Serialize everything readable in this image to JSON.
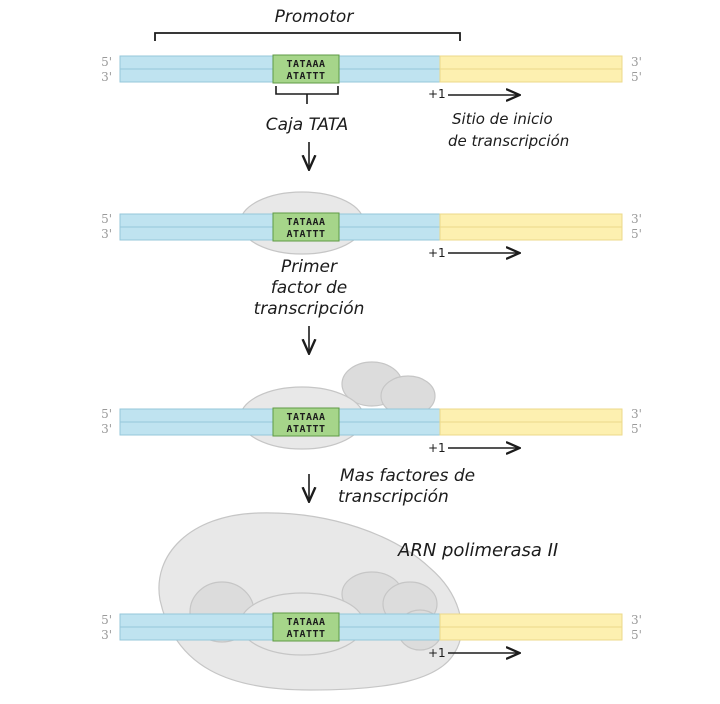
{
  "labels": {
    "promoter": "Promotor",
    "tata_box": "Caja TATA",
    "start_site_line1": "Sitio de inicio",
    "start_site_line2": "de transcripción",
    "first_factor_line1": "Primer",
    "first_factor_line2": "factor de",
    "first_factor_line3": "transcripción",
    "more_factors_line1": "Mas factores de",
    "more_factors_line2": "transcripción",
    "rna_pol": "ARN polimerasa II"
  },
  "strand_ends": {
    "left_top": "5'",
    "left_bottom": "3'",
    "right_top": "3'",
    "right_bottom": "5'"
  },
  "tata_sequence": {
    "top": "TATAAA",
    "bottom": "ATATTT"
  },
  "start_position": "+1",
  "colors": {
    "promoter_dna": "#bfe3f0",
    "coding_dna": "#fdf0b0",
    "tata_box": "#a6d58a",
    "protein": "#e8e8e8",
    "outline": "#1c1c1c"
  },
  "panels": [
    {
      "stage": "dna-with-promoter",
      "proteins": 0
    },
    {
      "stage": "first-factor-bound",
      "proteins": 1
    },
    {
      "stage": "more-factors-bound",
      "proteins": 3
    },
    {
      "stage": "rna-polymerase-bound",
      "proteins": 6
    }
  ]
}
